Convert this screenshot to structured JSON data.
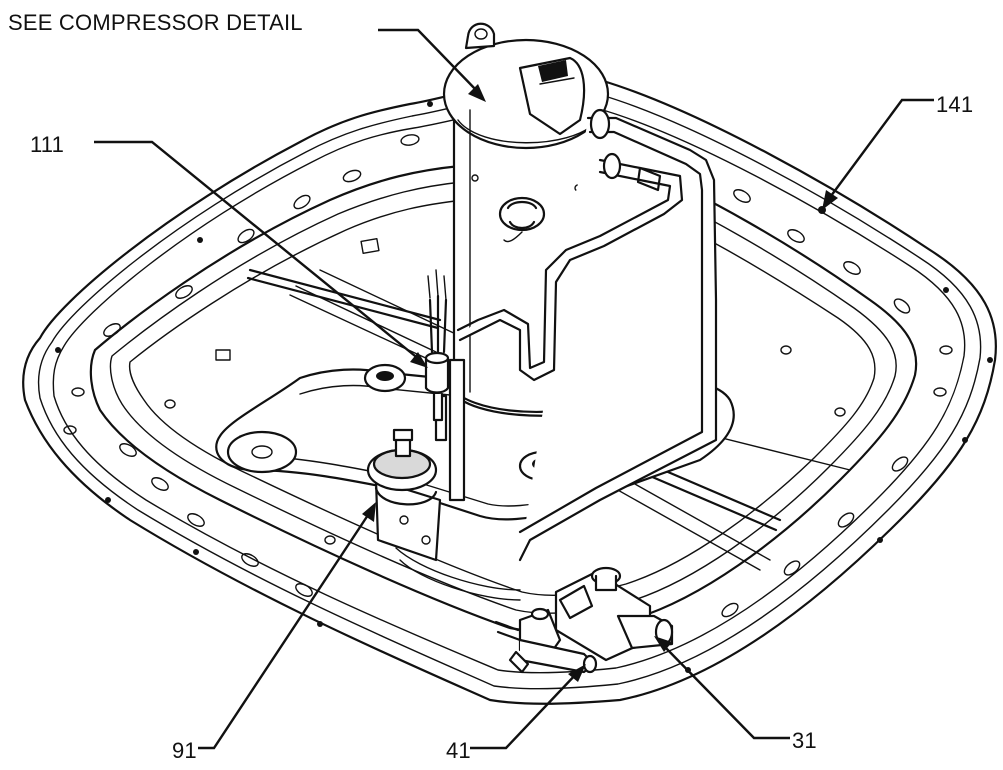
{
  "labels": {
    "compressor_detail": "SEE COMPRESSOR DETAIL",
    "part_141": "141",
    "part_111": "111",
    "part_91": "91",
    "part_41": "41",
    "part_31": "31"
  },
  "colors": {
    "line": "#111111",
    "background": "#ffffff",
    "shade": "#d9d9d9"
  }
}
